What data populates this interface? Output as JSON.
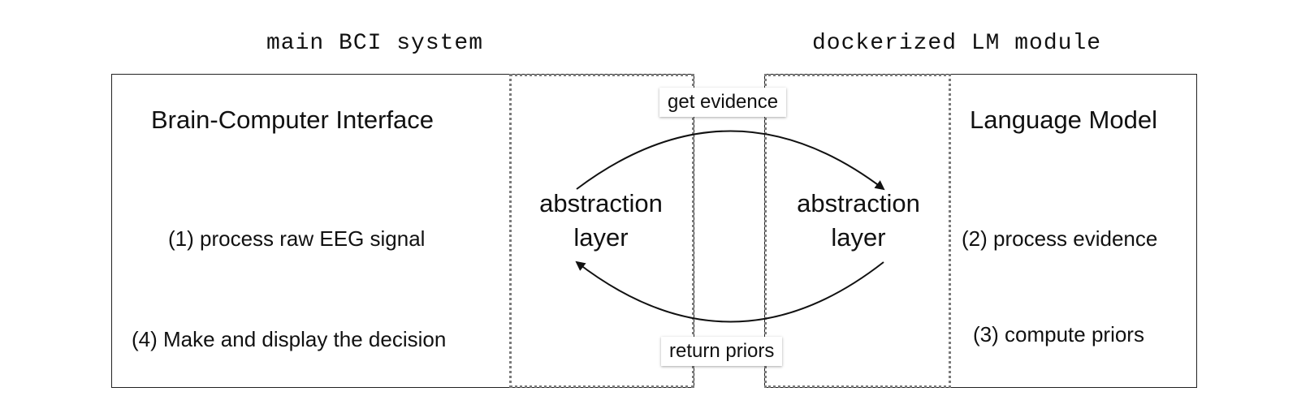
{
  "titles": {
    "left": "main BCI system",
    "right": "dockerized LM module"
  },
  "left_panel": {
    "heading": "Brain-Computer Interface",
    "step1": "(1) process raw EEG signal",
    "step4": "(4) Make and display the decision"
  },
  "right_panel": {
    "heading": "Language Model",
    "step2": "(2) process evidence",
    "step3": "(3) compute priors"
  },
  "abstraction": {
    "left_line1": "abstraction",
    "left_line2": "layer",
    "right_line1": "abstraction",
    "right_line2": "layer"
  },
  "arrows": {
    "top_label": "get evidence",
    "bottom_label": "return priors"
  }
}
